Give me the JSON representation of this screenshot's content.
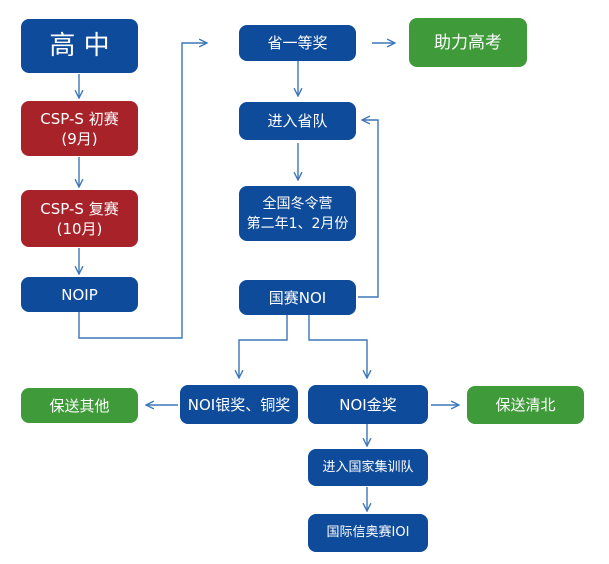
{
  "colors": {
    "blue": "#0f4b9b",
    "red": "#a8222a",
    "green": "#3f9a3a",
    "line": "#3d76b8"
  },
  "nodes": {
    "gaozhong": {
      "label": "高 中"
    },
    "csp_first": {
      "line1": "CSP-S 初赛",
      "line2": "(9月)"
    },
    "csp_second": {
      "line1": "CSP-S 复赛",
      "line2": "(10月)"
    },
    "noip": {
      "label": "NOIP"
    },
    "provincial_first": {
      "label": "省一等奖"
    },
    "gaokao": {
      "label": "助力高考"
    },
    "provincial_team": {
      "label": "进入省队"
    },
    "winter_camp": {
      "line1": "全国冬令营",
      "line2": "第二年1、2月份"
    },
    "noi": {
      "label": "国赛NOI"
    },
    "noi_silver_bronze": {
      "label": "NOI银奖、铜奖"
    },
    "noi_gold": {
      "label": "NOI金奖"
    },
    "recommend_other": {
      "label": "保送其他"
    },
    "recommend_qingbei": {
      "label": "保送清北"
    },
    "national_team": {
      "label": "进入国家集训队"
    },
    "ioi": {
      "label": "国际信奥赛IOI"
    }
  }
}
